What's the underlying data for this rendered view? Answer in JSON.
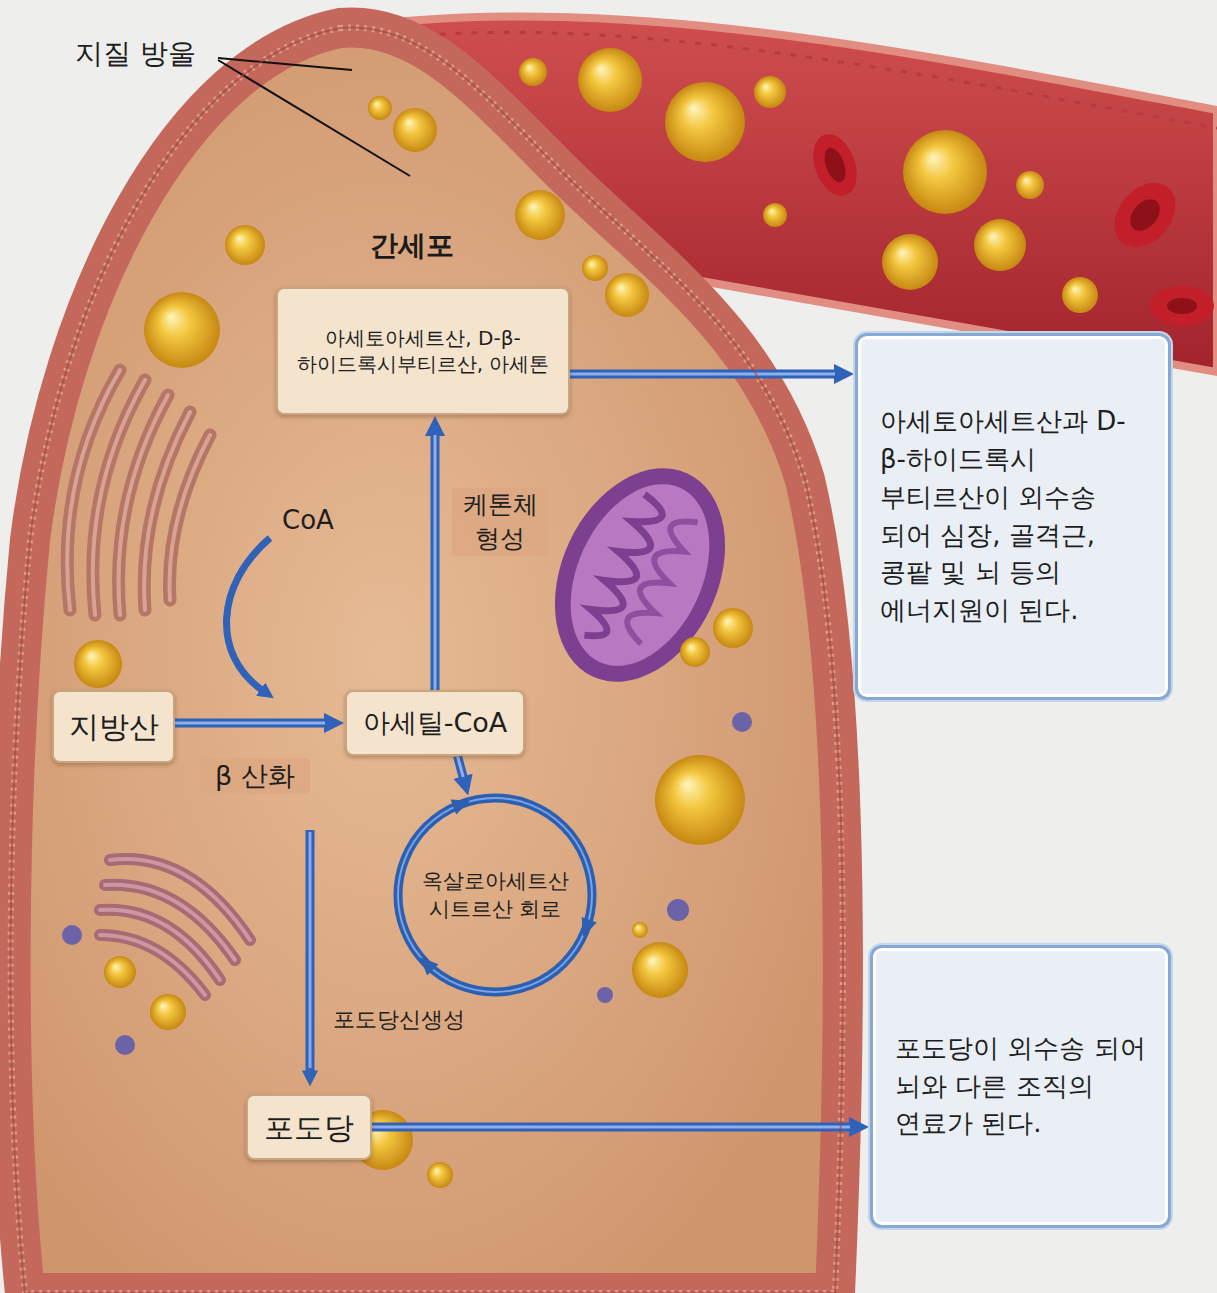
{
  "diagram": {
    "nodes": [
      {
        "text": [
          "간세포"
        ]
      },
      {
        "text": [
          "아세토아세트산, D-β-하이드록시부티르산, 아세톤"
        ],
        "in": 0
      },
      {
        "text": [
          "아세토아세트산과 D-β-하이드록시 부티르산이 외수송 되어 심장, 골격근, 콩팥 및 뇌 등의 에너지원이 된다."
        ]
      },
      {
        "text": [
          "지방산"
        ],
        "in": 0
      },
      {
        "text": [
          "아세틸-CoA"
        ],
        "in": 0
      },
      {
        "text": [
          "옥살로아세트산 시트르산 회로"
        ],
        "in": 0
      },
      {
        "text": [
          "포도당"
        ],
        "in": 0
      },
      {
        "text": [
          "포도당이 외수송 되어 뇌와 다른 조직의 연료가 된다."
        ]
      }
    ],
    "edges": [
      {
        "from": 3,
        "to": 4,
        "arrow": "to",
        "label": "β 산화"
      },
      {
        "from": 4,
        "to": 1,
        "arrow": "to",
        "label": "케톤체 형성"
      },
      {
        "from": 1,
        "to": 2,
        "arrow": "to"
      },
      {
        "from": 4,
        "to": 5,
        "arrow": "to"
      },
      {
        "from": 6,
        "to": 7,
        "arrow": "to"
      }
    ],
    "labels": [
      "지질 방울",
      "CoA",
      "포도당신생성"
    ]
  }
}
